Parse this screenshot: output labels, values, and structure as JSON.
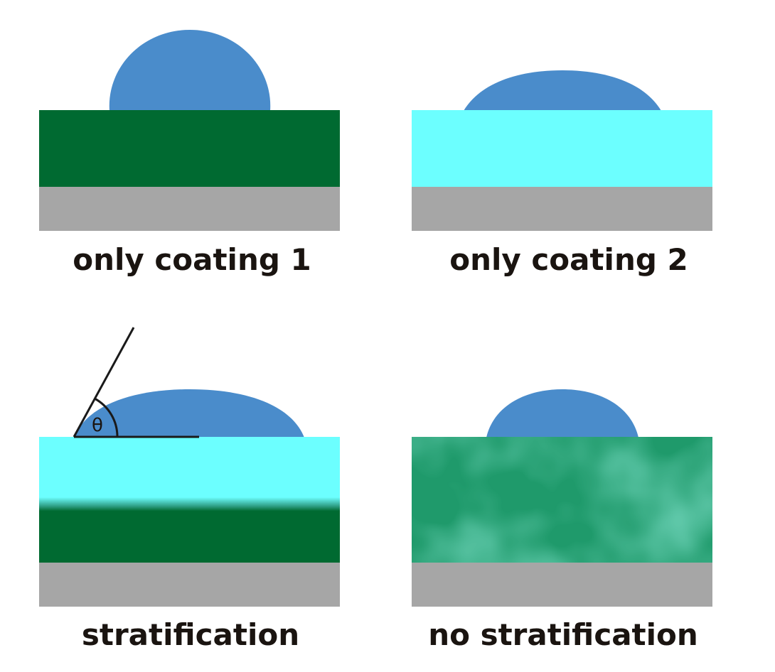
{
  "colors": {
    "droplet": "#4a8ccb",
    "coating1": "#006a31",
    "coating2": "#6cffff",
    "substrate": "#a6a6a6",
    "mixed_base": "#1f9a6b",
    "mixed_light": "#34b48f",
    "mixed_dark": "#117f4f",
    "line": "#1a1a1a",
    "text": "#1a1410"
  },
  "panels": [
    {
      "id": "panel-coating1",
      "caption": "only coating 1",
      "droplet_shape": "tall",
      "layers": [
        "coating1",
        "substrate"
      ]
    },
    {
      "id": "panel-coating2",
      "caption": "only coating 2",
      "droplet_shape": "flat",
      "layers": [
        "coating2",
        "substrate"
      ]
    },
    {
      "id": "panel-stratification",
      "caption": "stratification",
      "droplet_shape": "flat",
      "layers": [
        "coating2",
        "coating1",
        "substrate"
      ],
      "contact_angle_symbol": "θ"
    },
    {
      "id": "panel-no-stratification",
      "caption": "no stratification",
      "droplet_shape": "medium",
      "layers": [
        "mixed",
        "substrate"
      ]
    }
  ]
}
